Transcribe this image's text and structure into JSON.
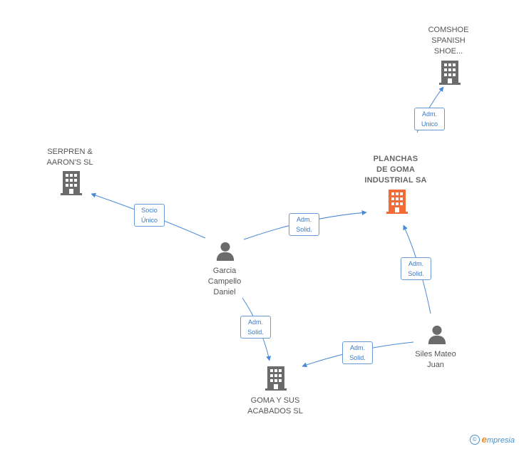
{
  "colors": {
    "edge": "#4a8ad6",
    "company": "#6b6b6b",
    "company_main": "#f26a35",
    "person": "#6b6b6b"
  },
  "nodes": {
    "comshoe": {
      "label": "COMSHOE\nSPANISH\nSHOE...",
      "icon": "building-icon"
    },
    "serpren": {
      "label": "SERPREN &\nAARON'S SL",
      "icon": "building-icon"
    },
    "planchas": {
      "label": "PLANCHAS\nDE GOMA\nINDUSTRIAL SA",
      "icon": "building-icon"
    },
    "garcia": {
      "label": "Garcia\nCampello\nDaniel",
      "icon": "person-icon"
    },
    "siles": {
      "label": "Siles Mateo\nJuan",
      "icon": "person-icon"
    },
    "goma": {
      "label": "GOMA Y SUS\nACABADOS SL",
      "icon": "building-icon"
    }
  },
  "edges": {
    "e1": "Adm.\nUnico",
    "e2": "Socio\nÚnico",
    "e3": "Adm.\nSolid.",
    "e4": "Adm.\nSolid.",
    "e5": "Adm.\nSolid.",
    "e6": "Adm.\nSolid."
  },
  "brand": {
    "copyright": "©",
    "logo_first": "e",
    "logo_rest": "mpresia"
  }
}
